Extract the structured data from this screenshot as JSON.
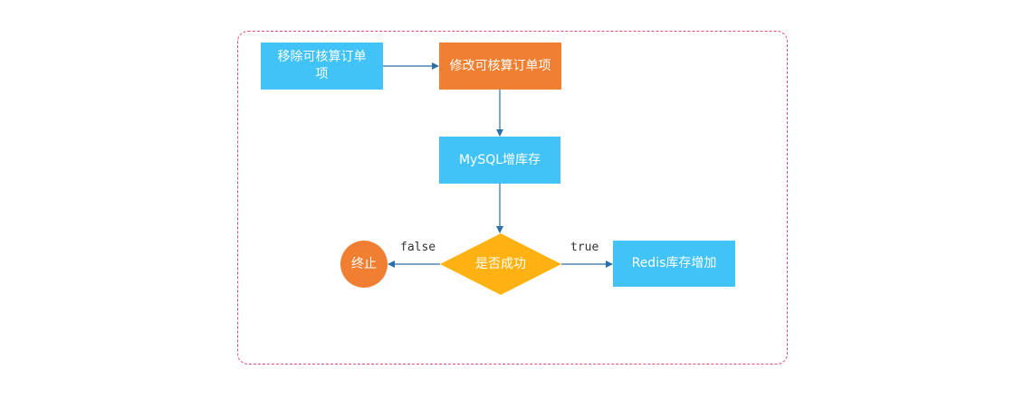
{
  "nodes": {
    "remove_item": "移除可核算订单项",
    "modify_item": "修改可核算订单项",
    "mysql_increase": "MySQL增库存",
    "decision": "是否成功",
    "redis_increase": "Redis库存增加",
    "end": "终止"
  },
  "edge_labels": {
    "false": "false",
    "true": "true"
  },
  "colors": {
    "process_blue": "#41c3f8",
    "process_orange": "#f07f31",
    "decision_yellow": "#ffb211",
    "arrow": "#2a6fa8",
    "frame_border": "#e0506e"
  }
}
